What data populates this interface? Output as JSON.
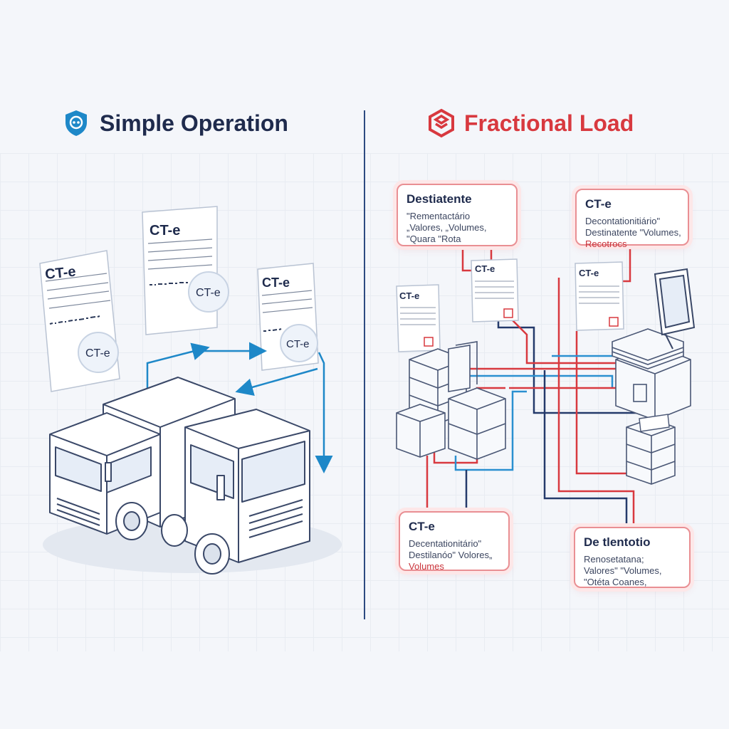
{
  "left_panel": {
    "title": "Simple Operation",
    "doc_label": "CT-e",
    "doc_stamp": "CT-e"
  },
  "right_panel": {
    "title": "Fractional Load",
    "doc_label": "CT-e",
    "callouts": [
      {
        "title": "Destiatente",
        "lines": [
          "\"Rementactário",
          "„Valores,      „Volumes,",
          "\"Quara   \"Rota"
        ],
        "highlight": ""
      },
      {
        "title": "CT-e",
        "lines": [
          "Decontationitiário\"",
          "Destinatente \"Volumes,"
        ],
        "highlight": "Recotrocs"
      },
      {
        "title": "CT-e",
        "lines": [
          "Decentationitário\"",
          "Destilanóo\" Volores„"
        ],
        "highlight": "Volumes"
      },
      {
        "title": "De tlentotio",
        "lines": [
          "Renosetatana;",
          "Valores\"       \"Volumes,",
          "\"Otéta  Coanes,"
        ],
        "highlight": ""
      }
    ]
  },
  "colors": {
    "navy": "#1f2b4d",
    "accent_blue": "#1e88c8",
    "accent_red": "#d8393f",
    "line_navy": "#243a6b",
    "line_red": "#d8393f",
    "line_blue": "#2a90d0"
  }
}
